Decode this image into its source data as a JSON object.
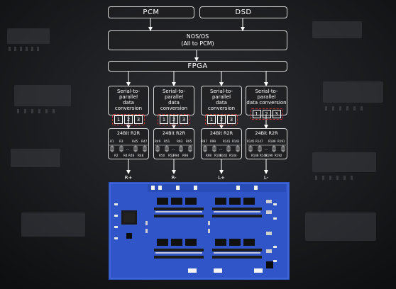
{
  "input_pcm": "PCM",
  "input_dsd": "DSD",
  "nos": {
    "line1": "NOS/OS",
    "line2": "(All to PCM)"
  },
  "fpga": "FPGA",
  "channels": [
    {
      "conv_line1": "Serial-to-parallel",
      "conv_line2": "data conversion",
      "regs": [
        "1",
        "2",
        "3"
      ],
      "r2r_title": "24Bit R2R",
      "res_top": [
        "R1",
        "R3",
        "R45",
        "R47"
      ],
      "res_bot": [
        "R2",
        "R4",
        "R46",
        "R48"
      ],
      "output": "R+"
    },
    {
      "conv_line1": "Serial-to-parallel",
      "conv_line2": "data conversion",
      "regs": [
        "1",
        "2",
        "3"
      ],
      "r2r_title": "24Bit R2R",
      "res_top": [
        "R49",
        "R51",
        "R93",
        "R95"
      ],
      "res_bot": [
        "R50",
        "R52",
        "R94",
        "R96"
      ],
      "output": "R-"
    },
    {
      "conv_line1": "Serial-to-parallel",
      "conv_line2": "data conversion",
      "regs": [
        "1",
        "2",
        "3"
      ],
      "r2r_title": "24Bit R2R",
      "res_top": [
        "R97",
        "R99",
        "R141",
        "R143"
      ],
      "res_bot": [
        "R98",
        "R100",
        "R142",
        "R144"
      ],
      "output": "L+"
    },
    {
      "conv_line1": "Serial-to-parallel",
      "conv_line2": "data conversion",
      "regs": [
        "1",
        "2",
        "3"
      ],
      "r2r_title": "24Bit R2R",
      "res_top": [
        "R145",
        "R147",
        "R189",
        "R191"
      ],
      "res_bot": [
        "R146",
        "R148",
        "R190",
        "R192"
      ],
      "output": "L-"
    }
  ],
  "colors": {
    "pcb": "#2f55c8",
    "register_outline": "#c43232",
    "border": "#d8d8d8"
  },
  "pcb_image": "blue-r2r-dac-circuit-board"
}
